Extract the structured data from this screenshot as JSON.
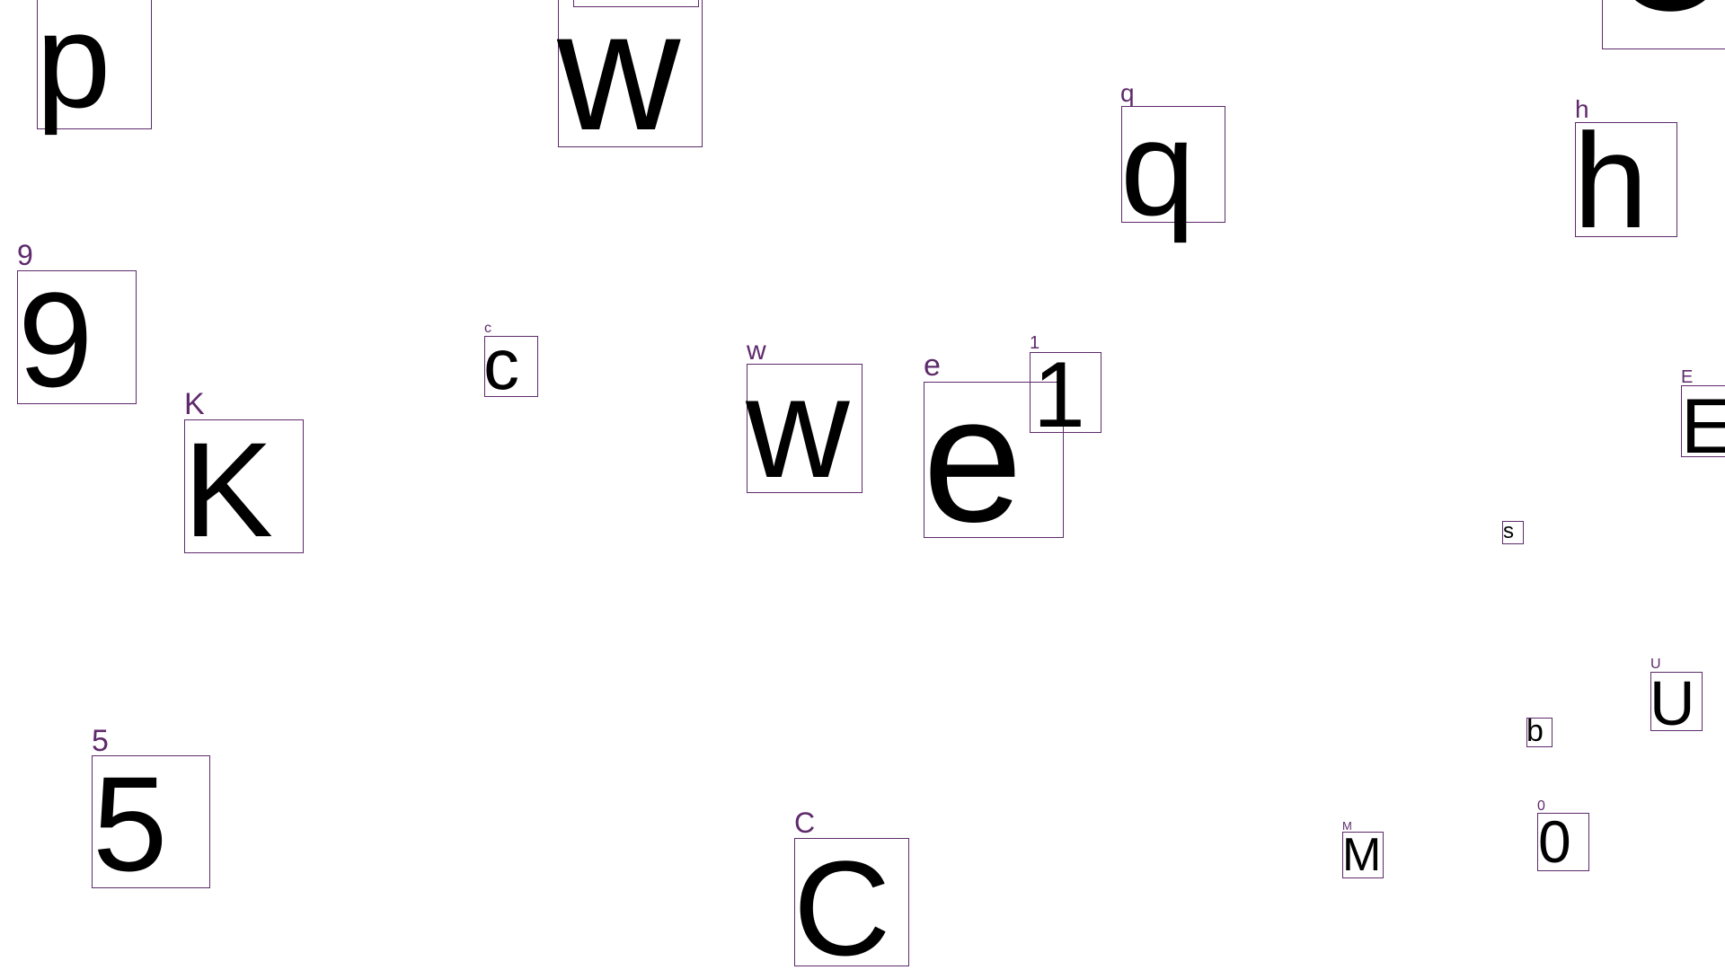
{
  "colors": {
    "box_border": "#5e2a6b",
    "label": "#5e2a6b",
    "glyph": "#000000",
    "background": "#ffffff"
  },
  "items": [
    {
      "id": "p",
      "label": "",
      "glyph": "p"
    },
    {
      "id": "w-top",
      "label": "",
      "glyph": "w"
    },
    {
      "id": "corner",
      "label": "",
      "glyph": "C"
    },
    {
      "id": "q",
      "label": "q",
      "glyph": "q"
    },
    {
      "id": "h",
      "label": "h",
      "glyph": "h"
    },
    {
      "id": "9",
      "label": "9",
      "glyph": "9"
    },
    {
      "id": "c-small",
      "label": "c",
      "glyph": "c"
    },
    {
      "id": "w-mid",
      "label": "w",
      "glyph": "w"
    },
    {
      "id": "e",
      "label": "e",
      "glyph": "e"
    },
    {
      "id": "1",
      "label": "1",
      "glyph": "1"
    },
    {
      "id": "K",
      "label": "K",
      "glyph": "K"
    },
    {
      "id": "E",
      "label": "E",
      "glyph": "E"
    },
    {
      "id": "s",
      "label": "",
      "glyph": "s"
    },
    {
      "id": "U",
      "label": "U",
      "glyph": "U"
    },
    {
      "id": "b",
      "label": "",
      "glyph": "b"
    },
    {
      "id": "5",
      "label": "5",
      "glyph": "5"
    },
    {
      "id": "C",
      "label": "C",
      "glyph": "C"
    },
    {
      "id": "M",
      "label": "M",
      "glyph": "M"
    },
    {
      "id": "0",
      "label": "0",
      "glyph": "0"
    }
  ]
}
